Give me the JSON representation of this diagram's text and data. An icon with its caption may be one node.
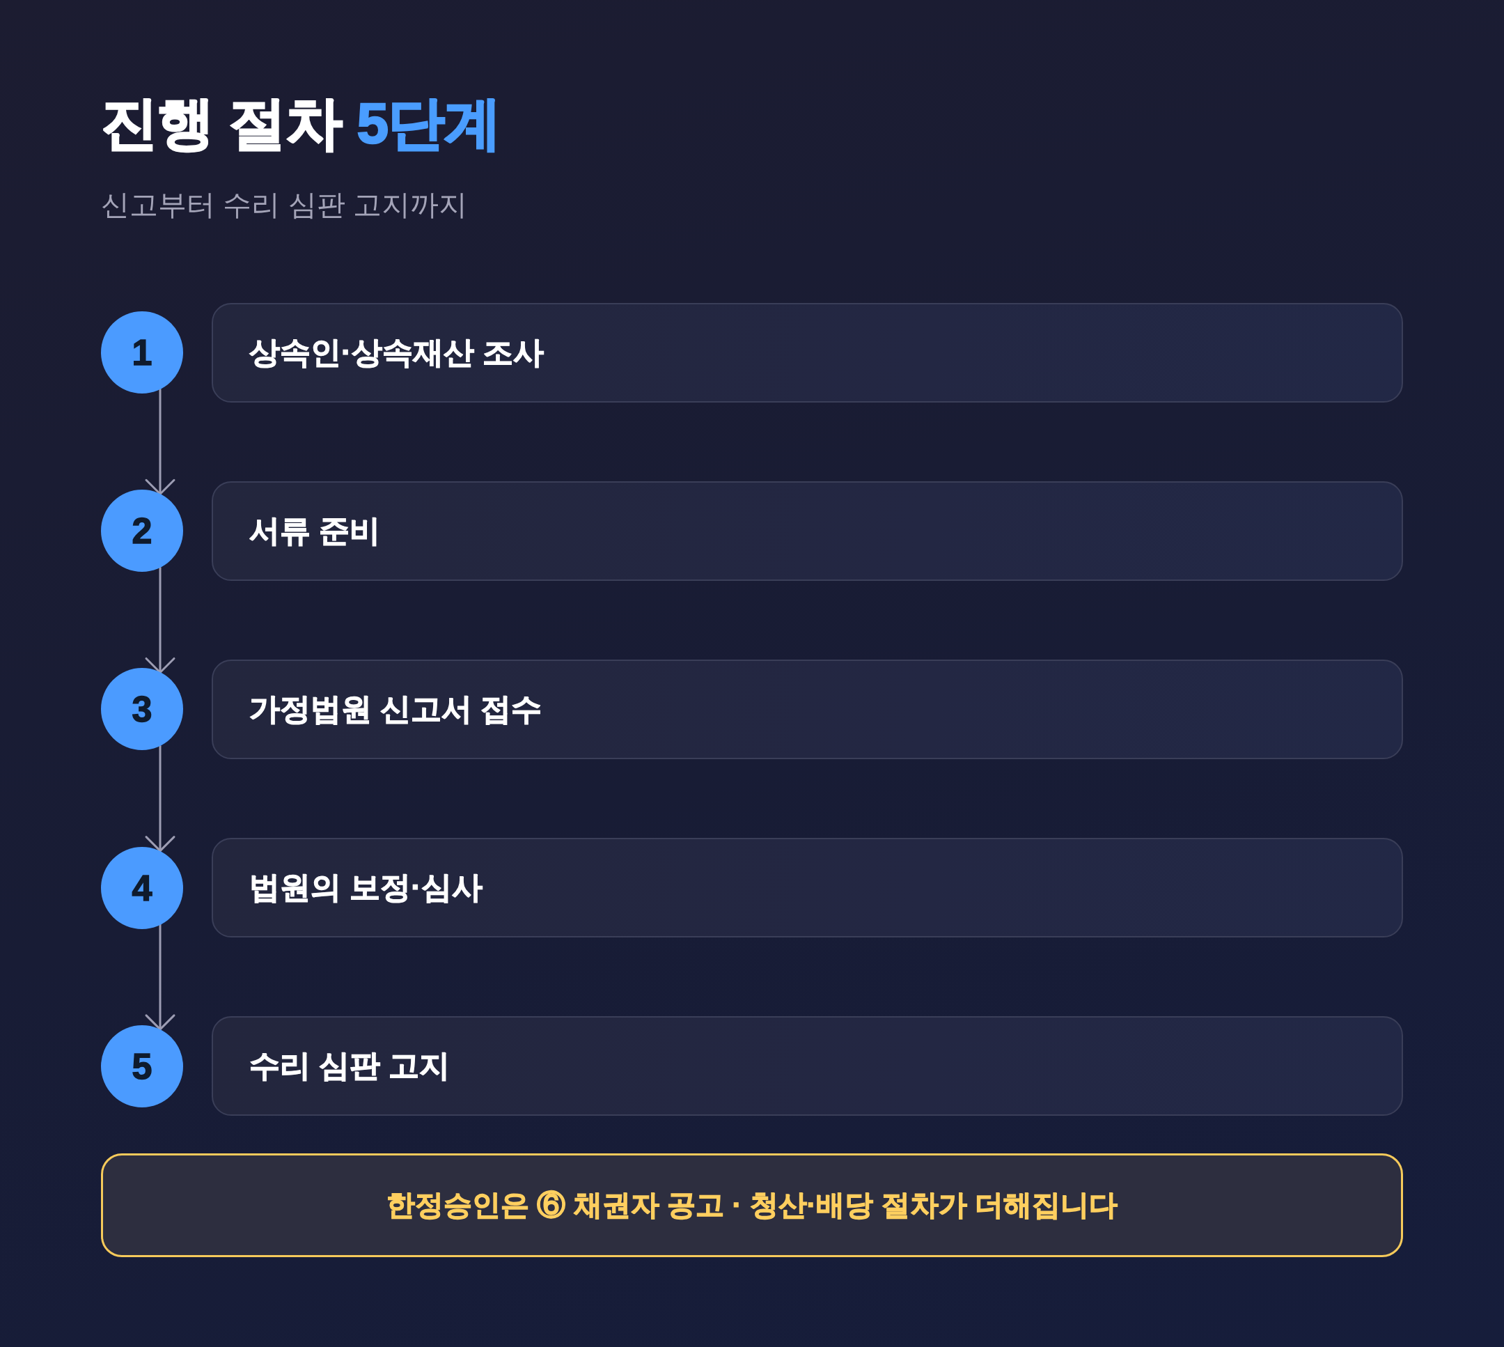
{
  "diagram": {
    "title": "진행 절차 5단계",
    "nodes": [
      {
        "text": [
          "1"
        ]
      },
      {
        "text": [
          "상속인·상속재산 조사"
        ]
      },
      {
        "text": [
          "2"
        ]
      },
      {
        "text": [
          "서류 준비"
        ]
      },
      {
        "text": [
          "3"
        ]
      },
      {
        "text": [
          "가정법원 신고서 접수"
        ]
      },
      {
        "text": [
          "4"
        ]
      },
      {
        "text": [
          "법원의 보정·심사"
        ]
      },
      {
        "text": [
          "5"
        ]
      },
      {
        "text": [
          "수리 심판 고지"
        ]
      },
      {
        "text": [
          "한정승인은 ⑥ 채권자 공고 · 청산·배당 절차가 더해집니다"
        ]
      }
    ],
    "edges": [
      {
        "from": 0,
        "to": 2,
        "arrow": "to"
      },
      {
        "from": 2,
        "to": 4,
        "arrow": "to"
      },
      {
        "from": 4,
        "to": 6,
        "arrow": "to"
      },
      {
        "from": 6,
        "to": 8,
        "arrow": "to"
      }
    ],
    "labels": [
      "신고부터 수리 심판 고지까지"
    ]
  }
}
